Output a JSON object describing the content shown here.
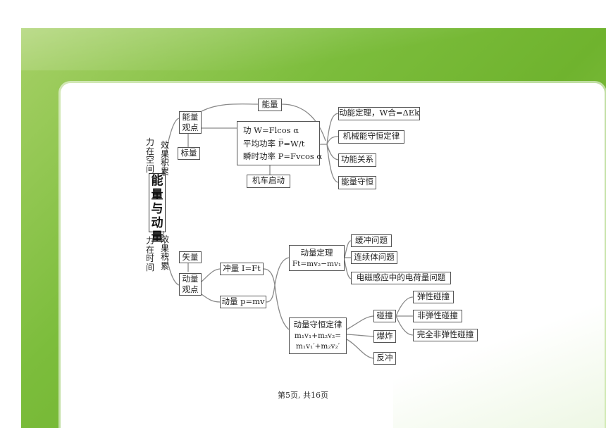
{
  "diagram": {
    "title": "能量与动量",
    "left_top": "力在空间",
    "left_top_effect": "效果积累",
    "left_bottom": "力在时间",
    "left_bottom_effect": "效果积累",
    "energy_view": "能量观点",
    "scalar": "标量",
    "energy": "能量",
    "work_lines": [
      "功 W=Flcos α",
      "平均功率 P̅=W/t",
      "瞬时功率 P=Fvcos α"
    ],
    "car_start": "机车启动",
    "kinetic_theorem": "动能定理，W合=ΔEk",
    "mech_energy": "机械能守恒定律",
    "work_energy": "功能关系",
    "energy_cons": "能量守恒",
    "vector": "矢量",
    "momentum_view": "动量观点",
    "impulse": "冲量 I=Ft",
    "momentum": "动量 p=mv",
    "momentum_theorem": [
      "动量定理",
      "Ft=mv₂−mv₁"
    ],
    "buffer": "缓冲问题",
    "continuum": "连续体问题",
    "em_charge": "电磁感应中的电荷量问题",
    "conservation": [
      "动量守恒定律",
      "m₁v₁+m₂v₂=",
      "m₁v₁′+m₂v₂′"
    ],
    "collision": "碰撞",
    "explosion": "爆炸",
    "recoil": "反冲",
    "elastic": "弹性碰撞",
    "inelastic": "非弹性碰撞",
    "perfect_inelastic": "完全非弹性碰撞"
  },
  "footer": {
    "page": "第5页, 共16页"
  }
}
